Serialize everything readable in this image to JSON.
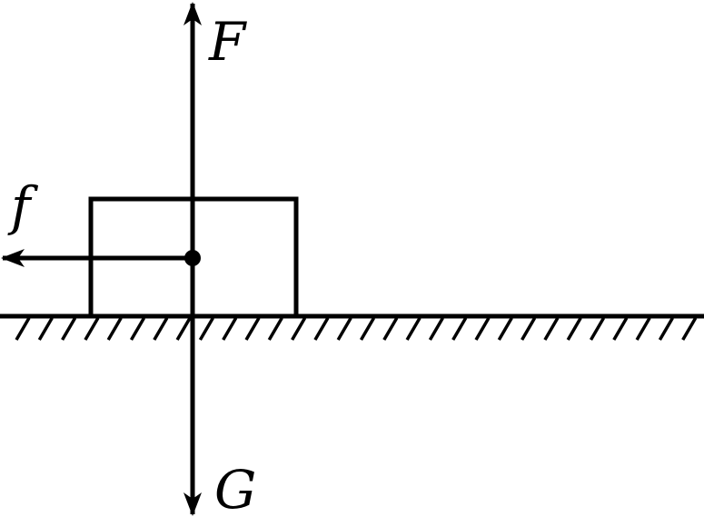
{
  "diagram": {
    "labels": {
      "upward_force": "F",
      "friction_force": "f",
      "gravity_force": "G"
    },
    "colors": {
      "stroke": "#000000",
      "background": "#ffffff"
    }
  }
}
